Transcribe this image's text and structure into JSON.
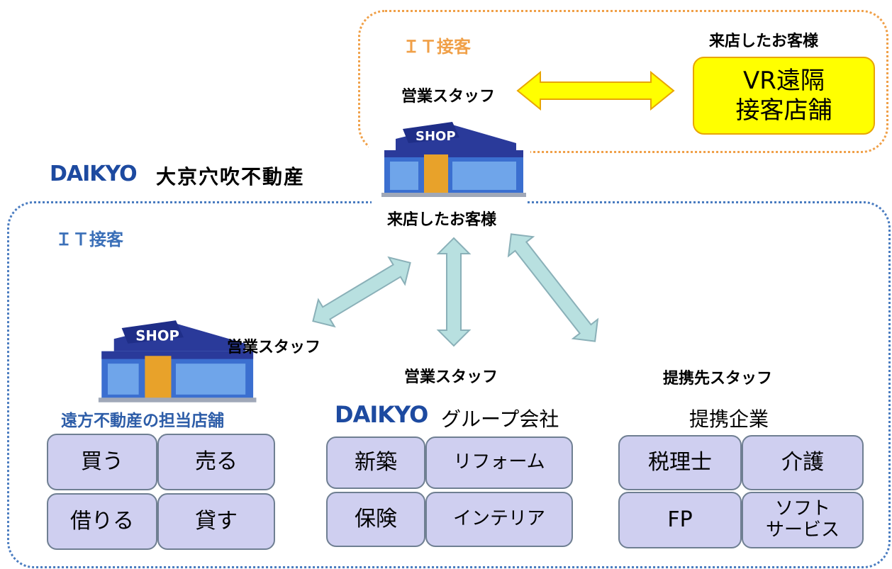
{
  "top_box": {
    "it_label": "ＩＴ接客",
    "customer_label": "来店したお客様",
    "staff_label": "営業スタッフ",
    "vr_line1": "VR遠隔",
    "vr_line2": "接客店舗"
  },
  "company": {
    "logo_text": "DAIKYO",
    "name": "大京穴吹不動産"
  },
  "shop_sign": "SHOP",
  "main_box": {
    "it_label": "ＩＴ接客",
    "customer_label": "来店したお客様"
  },
  "groups": [
    {
      "staff_label": "営業スタッフ",
      "title": "遠方不動産の担当店舗",
      "tiles": [
        "買う",
        "売る",
        "借りる",
        "貸す"
      ]
    },
    {
      "staff_label": "営業スタッフ",
      "logo_text": "DAIKYO",
      "title": "グループ会社",
      "tiles": [
        "新築",
        "リフォーム",
        "保険",
        "インテリア"
      ]
    },
    {
      "staff_label": "提携先スタッフ",
      "title": "提携企業",
      "tiles": [
        "税理士",
        "介護",
        "FP",
        "ソフト\nサービス"
      ]
    }
  ],
  "colors": {
    "orange_accent": "#f0a048",
    "blue_accent": "#4a7cc0",
    "tile_fill": "#cfcff0",
    "vr_fill": "#ffff00",
    "arrow_fill": "#b8e0e0"
  }
}
